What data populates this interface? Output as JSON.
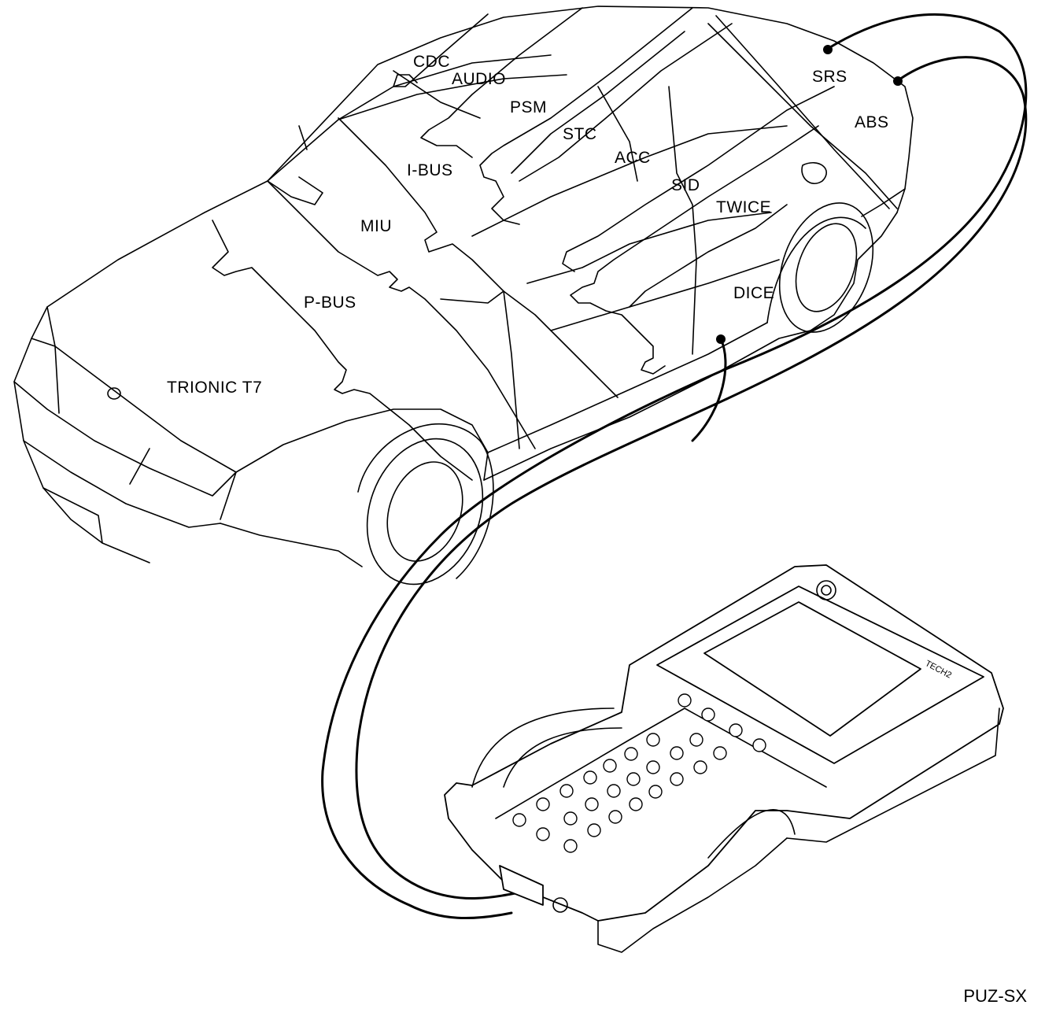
{
  "diagram": {
    "drawing_code": "PUZ-SX",
    "modules": [
      {
        "id": "cdc",
        "label": "CDC"
      },
      {
        "id": "audio",
        "label": "AUDIO"
      },
      {
        "id": "psm",
        "label": "PSM"
      },
      {
        "id": "stc",
        "label": "STC"
      },
      {
        "id": "i-bus",
        "label": "I-BUS"
      },
      {
        "id": "acc",
        "label": "ACC"
      },
      {
        "id": "srs",
        "label": "SRS"
      },
      {
        "id": "abs",
        "label": "ABS"
      },
      {
        "id": "sid",
        "label": "SID"
      },
      {
        "id": "twice",
        "label": "TWICE"
      },
      {
        "id": "miu",
        "label": "MIU"
      },
      {
        "id": "p-bus",
        "label": "P-BUS"
      },
      {
        "id": "dice",
        "label": "DICE"
      },
      {
        "id": "trionic-t7",
        "label": "TRIONIC T7"
      }
    ],
    "tool_model": "TECH2"
  }
}
